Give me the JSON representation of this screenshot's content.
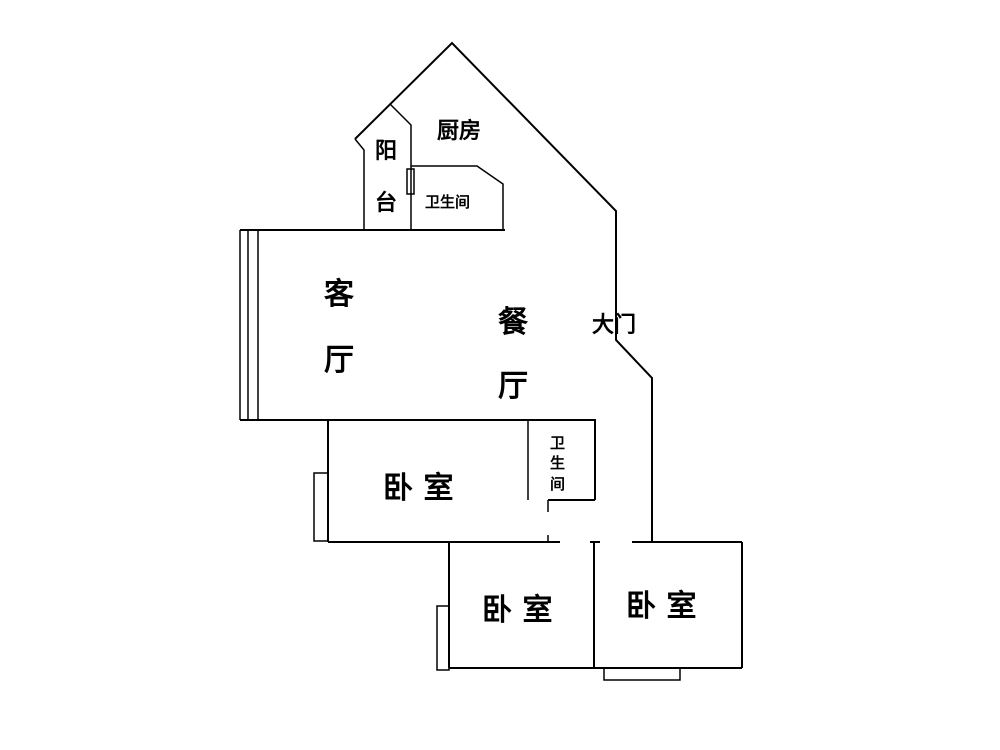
{
  "title": "Floor plan",
  "rooms": {
    "kitchen": "厨房",
    "balcony_1": "阳",
    "balcony_2": "台",
    "bathroom_top": "卫生间",
    "living_1": "客",
    "living_2": "厅",
    "dining_1": "餐",
    "dining_2": "厅",
    "entrance": "大门",
    "bathroom_mid_1": "卫",
    "bathroom_mid_2": "生",
    "bathroom_mid_3": "间",
    "bedroom_1": "卧 室",
    "bedroom_2": "卧 室",
    "bedroom_3": "卧 室"
  }
}
